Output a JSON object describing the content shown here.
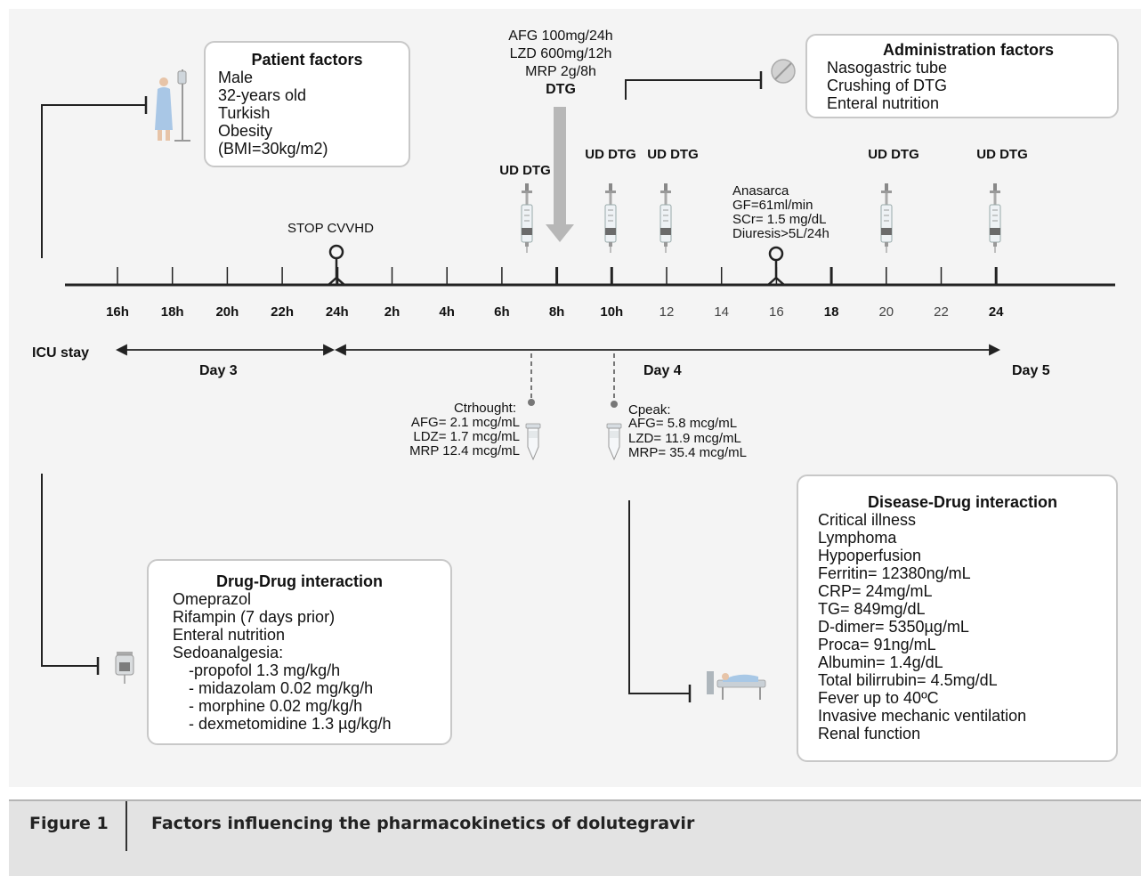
{
  "caption": {
    "number": "Figure 1",
    "title": "Factors influencing the pharmacokinetics of dolutegravir"
  },
  "patient_factors": {
    "title": "Patient factors",
    "lines": [
      "Male",
      "32-years old",
      "Turkish",
      "Obesity",
      "(BMI=30kg/m2)"
    ]
  },
  "administration_factors": {
    "title": "Administration  factors",
    "lines": [
      "Nasogastric tube",
      "Crushing of DTG",
      "Enteral nutrition"
    ]
  },
  "drug_drug": {
    "title": "Drug-Drug interaction",
    "lines": [
      "Omeprazol",
      "Rifampin (7 days prior)",
      "Enteral nutrition",
      "Sedoanalgesia:",
      "  -propofol 1.3 mg/kg/h",
      "  - midazolam 0.02 mg/kg/h",
      "  - morphine 0.02 mg/kg/h",
      "  - dexmetomidine 1.3 µg/kg/h"
    ]
  },
  "disease_drug": {
    "title": "Disease-Drug interaction",
    "lines": [
      "Critical illness",
      "Lymphoma",
      "Hypoperfusion",
      "Ferritin= 12380ng/mL",
      "CRP= 24mg/mL",
      "TG= 849mg/dL",
      "D-dimer= 5350µg/mL",
      "Proca= 91ng/mL",
      "Albumin= 1.4g/dL",
      "Total bilirrubin= 4.5mg/dL",
      "Fever up to 40ºC",
      "Invasive mechanic ventilation",
      "Renal function"
    ]
  },
  "dosing": {
    "lines": [
      "AFG 100mg/24h",
      "LZD 600mg/12h",
      "MRP 2g/8h"
    ],
    "drug": "DTG"
  },
  "ud_dtg_label": "UD DTG",
  "stop_cvvhd": "STOP CVVHD",
  "anasarca": {
    "lines": [
      "Anasarca",
      "GF=61ml/min",
      "SCr= 1.5 mg/dL",
      "Diuresis>5L/24h"
    ]
  },
  "timeline": {
    "ticks": [
      "16h",
      "18h",
      "20h",
      "22h",
      "24h",
      "2h",
      "4h",
      "6h",
      "8h",
      "10h",
      "12",
      "14",
      "16",
      "18",
      "20",
      "22",
      "24"
    ],
    "icu_stay": "ICU stay",
    "day3": "Day 3",
    "day4": "Day 4",
    "day5": "Day 5"
  },
  "trough": {
    "title": "Ctrhought:",
    "lines": [
      "AFG= 2.1 mcg/mL",
      "LDZ= 1.7 mcg/mL",
      "MRP 12.4 mcg/mL"
    ]
  },
  "peak": {
    "title": "Cpeak:",
    "lines": [
      "AFG= 5.8 mcg/mL",
      "LZD= 11.9 mcg/mL",
      "MRP= 35.4 mcg/mL"
    ]
  },
  "icons": {
    "patient": "patient-iv-icon",
    "pill": "pill-icon",
    "bag": "enteral-bag-icon",
    "bed": "icu-bed-icon",
    "syringe": "syringe-icon",
    "tube": "sample-tube-icon",
    "person": "person-marker-icon"
  }
}
